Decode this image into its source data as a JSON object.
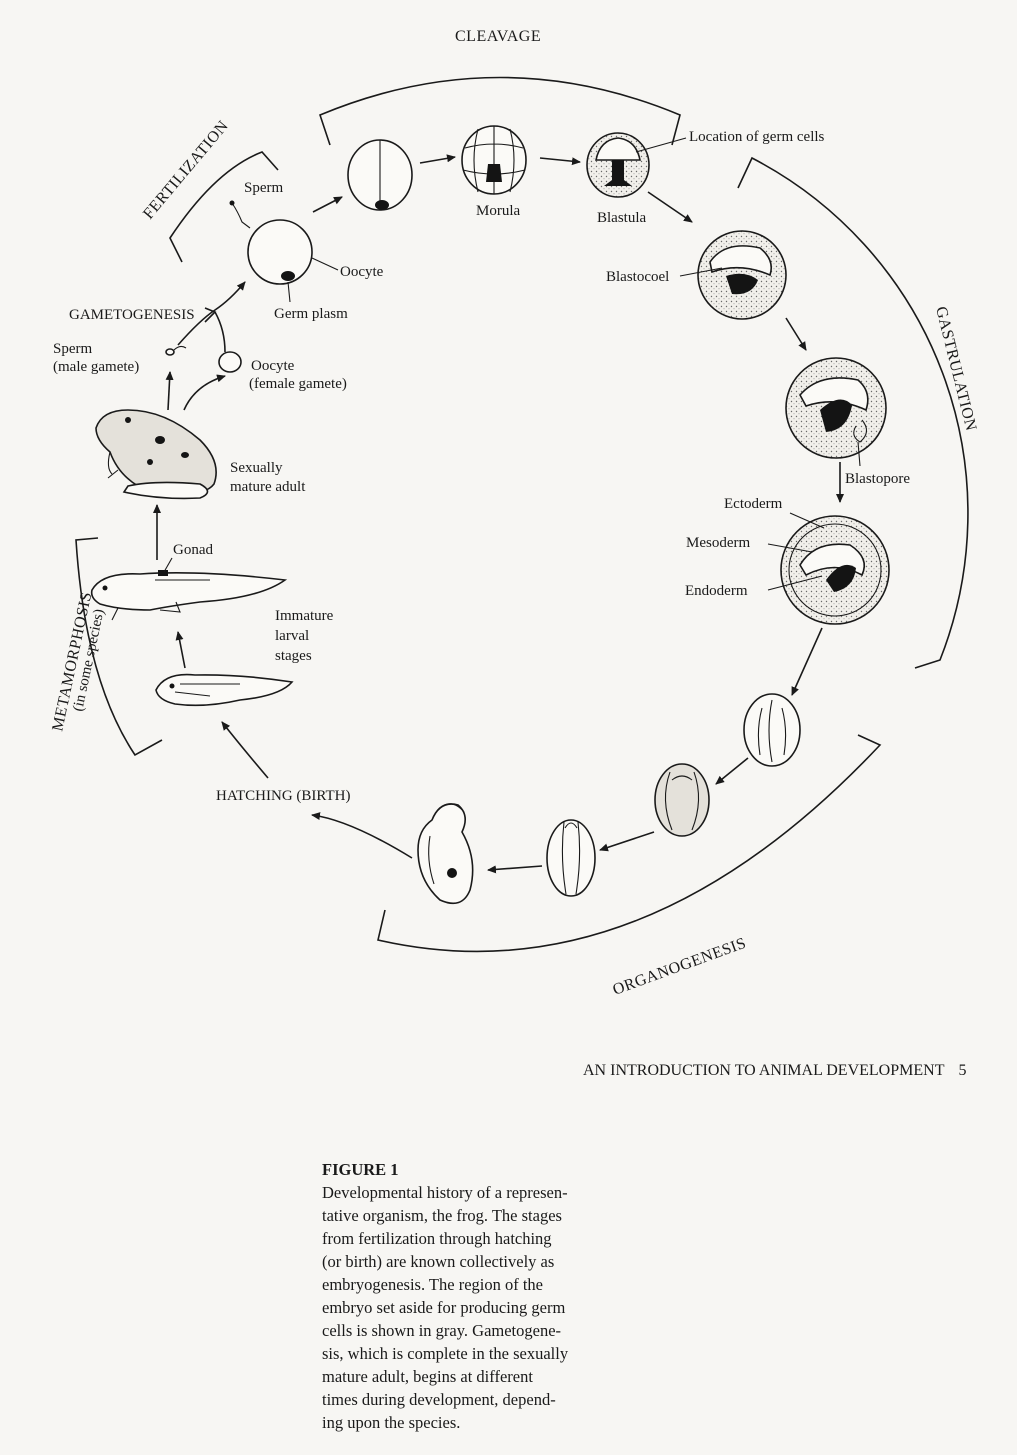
{
  "stages": {
    "cleavage": "CLEAVAGE",
    "fertilization": "FERTILIZATION",
    "gametogenesis": "GAMETOGENESIS",
    "gastrulation": "GASTRULATION",
    "organogenesis": "ORGANOGENESIS",
    "hatching": "HATCHING (BIRTH)",
    "metamorphosis": "METAMORPHOSIS",
    "metamorphosis_note": "(in some species)"
  },
  "labels": {
    "sperm": "Sperm",
    "oocyte": "Oocyte",
    "germ_plasm": "Germ plasm",
    "morula": "Morula",
    "blastula": "Blastula",
    "germ_cells": "Location of germ cells",
    "blastocoel": "Blastocoel",
    "blastopore": "Blastopore",
    "ectoderm": "Ectoderm",
    "mesoderm": "Mesoderm",
    "endoderm": "Endoderm",
    "sperm_gamete_1": "Sperm",
    "sperm_gamete_2": "(male gamete)",
    "oocyte_gamete_1": "Oocyte",
    "oocyte_gamete_2": "(female gamete)",
    "adult_1": "Sexually",
    "adult_2": "mature adult",
    "gonad": "Gonad",
    "larval_1": "Immature",
    "larval_2": "larval",
    "larval_3": "stages"
  },
  "footer": {
    "running_head": "AN INTRODUCTION TO ANIMAL DEVELOPMENT",
    "page_number": "5"
  },
  "caption": {
    "title": "FIGURE 1",
    "lines": [
      "Developmental history of a represen-",
      "tative organism, the frog. The stages",
      "from fertilization through hatching",
      "(or birth) are known collectively as",
      "embryogenesis. The region of the",
      "embryo set aside for producing germ",
      "cells is shown in gray. Gametogene-",
      "sis, which is complete in the sexually",
      "mature adult, begins at different",
      "times during development, depend-",
      "ing upon the species."
    ]
  }
}
